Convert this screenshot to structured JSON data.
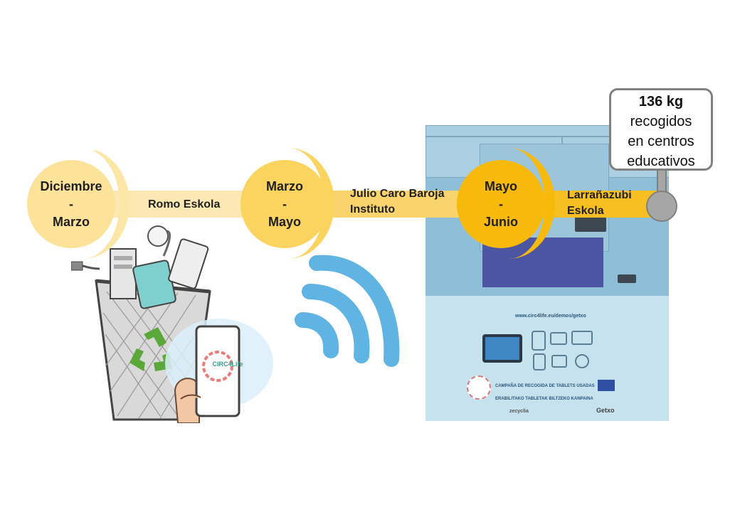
{
  "timeline": {
    "stages": [
      {
        "line1": "Diciembre",
        "line2": "-",
        "line3": "Marzo"
      },
      {
        "line1": "Marzo",
        "line2": "-",
        "line3": "Mayo"
      },
      {
        "line1": "Mayo",
        "line2": "-",
        "line3": "Junio"
      }
    ],
    "locations": [
      {
        "line1": "Romo Eskola",
        "line2": ""
      },
      {
        "line1": "Julio Caro Baroja",
        "line2": "Instituto"
      },
      {
        "line1": "Larrañazubi",
        "line2": "Eskola"
      }
    ]
  },
  "callout": {
    "amount": "136 kg",
    "line1": "recogidos",
    "line2": "en centros",
    "line3": "educativos"
  },
  "phone": {
    "app_name": "CIRC4Life"
  },
  "kiosk": {
    "url": "www.circ4life.eu/demos/getxo",
    "campaign_line1": "CAMPAÑA DE RECOGIDA DE TABLETS USADAS",
    "campaign_line2": "ERABILITAKO TABLETAK BILTZEKO KANPAINA",
    "sponsor_1": "zecyclia",
    "sponsor_2": "Getxo"
  },
  "colors": {
    "bar": "#f9d46c",
    "stage_light": "#fde39a",
    "stage_mid": "#fbd35f",
    "stage_dark": "#f7ba0b",
    "kiosk": "#8fbfd8",
    "wifi": "#5fb4e3",
    "callout_border": "#808080"
  }
}
